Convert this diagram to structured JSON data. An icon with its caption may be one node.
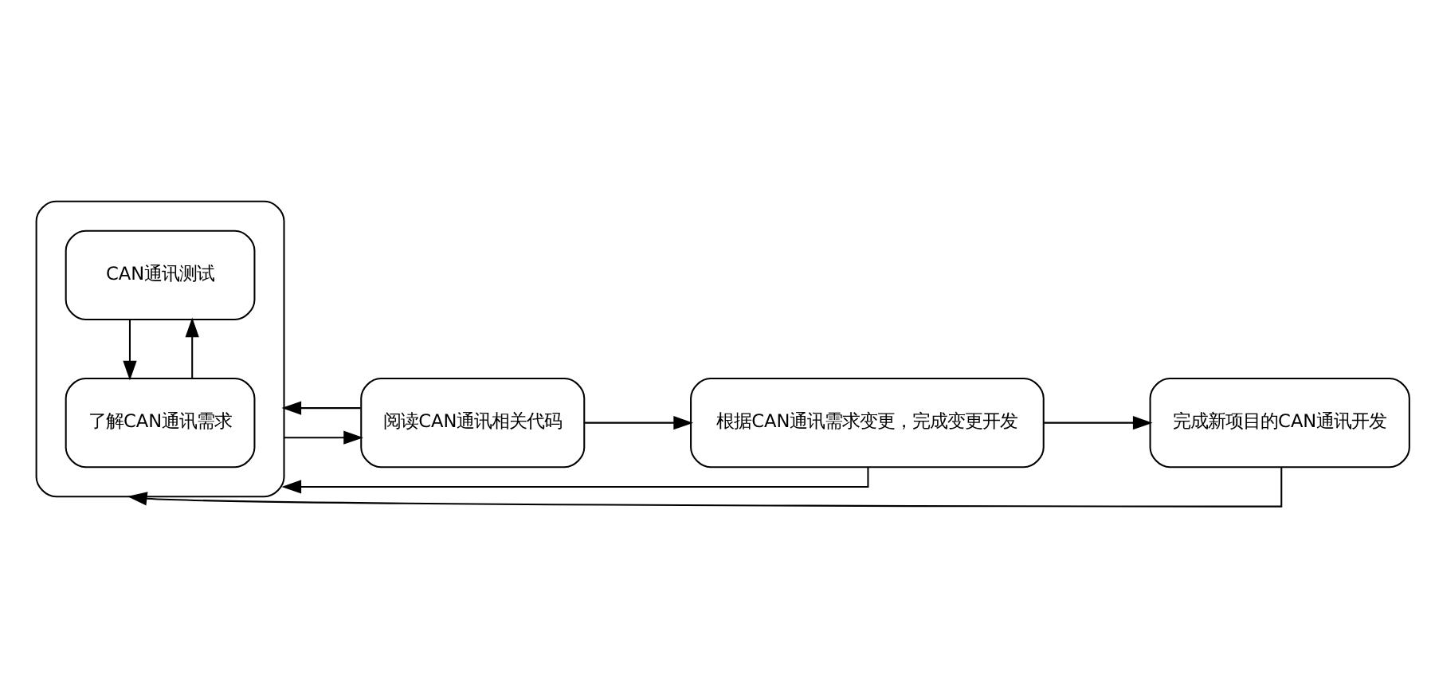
{
  "diagram": {
    "nodes": [
      {
        "text": [],
        "shape": "box"
      },
      {
        "text": [
          "CAN通讯测试"
        ],
        "in": 0
      },
      {
        "text": [
          "了解CAN通讯需求"
        ],
        "in": 0
      },
      {
        "text": [
          "阅读CAN通讯相关代码"
        ]
      },
      {
        "text": [
          "根据CAN通讯需求变更，完成变更开发"
        ]
      },
      {
        "text": [
          "完成新项目的CAN通讯开发"
        ]
      }
    ],
    "edges": [
      {
        "from": 2,
        "to": 1,
        "arrow": "to"
      },
      {
        "from": 1,
        "to": 2,
        "arrow": "to"
      },
      {
        "from": 0,
        "to": 3,
        "arrow": "to"
      },
      {
        "from": 3,
        "to": 4,
        "arrow": "to"
      },
      {
        "from": 4,
        "to": 5,
        "arrow": "to"
      },
      {
        "from": 3,
        "to": 0,
        "arrow": "to"
      },
      {
        "from": 4,
        "to": 0,
        "arrow": "to"
      },
      {
        "from": 5,
        "to": 0,
        "arrow": "to"
      }
    ]
  }
}
